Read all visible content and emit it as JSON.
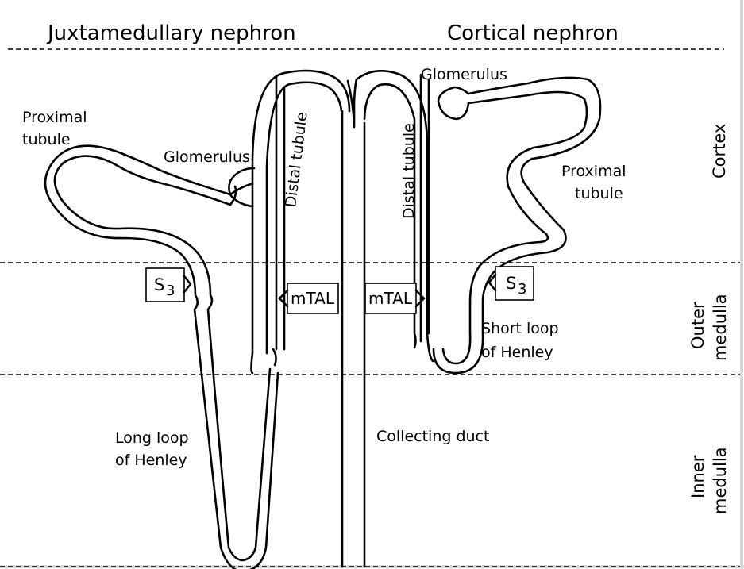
{
  "headers": {
    "left": "Juxtamedullary nephron",
    "right": "Cortical nephron"
  },
  "zones": {
    "cortex": "Cortex",
    "outer_line1": "Outer",
    "outer_line2": "medulla",
    "inner_line1": "Inner",
    "inner_line2": "medulla"
  },
  "labels": {
    "proximal_left_1": "Proximal",
    "proximal_left_2": "tubule",
    "glomerulus_left": "Glomerulus",
    "distal_left": "Distal tubule",
    "distal_right": "Distal tubule",
    "glomerulus_right": "Glomerulus",
    "proximal_right_1": "Proximal",
    "proximal_right_2": "tubule",
    "s3_main": "S",
    "s3_sub": "3",
    "mtal": "mTAL",
    "short_loop_1": "Short loop",
    "short_loop_2": "of Henley",
    "long_loop_1": "Long loop",
    "long_loop_2": "of Henley",
    "collecting_duct": "Collecting duct"
  },
  "colors": {
    "line": "#000000",
    "background": "#ffffff"
  }
}
